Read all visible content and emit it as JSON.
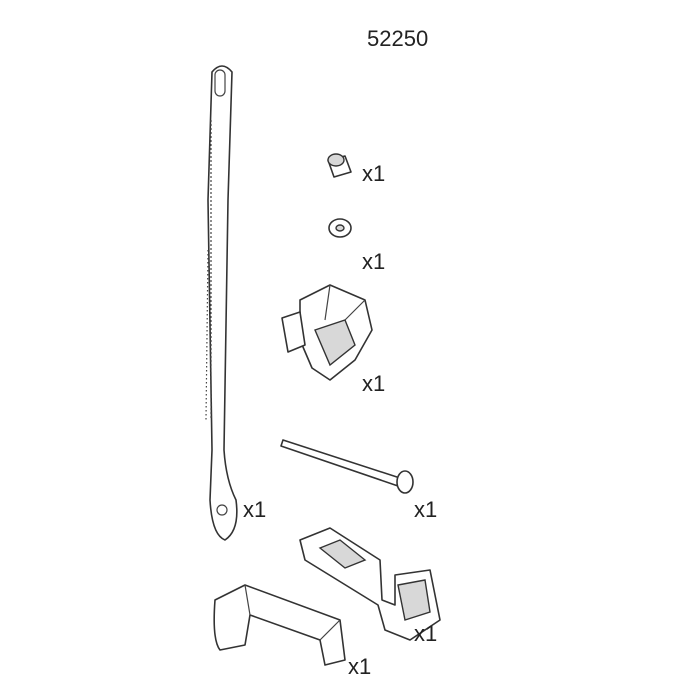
{
  "part_number": "52250",
  "parts": [
    {
      "name": "strap",
      "quantity": "x1"
    },
    {
      "name": "spacer",
      "quantity": "x1"
    },
    {
      "name": "washer",
      "quantity": "x1"
    },
    {
      "name": "clamp-bracket",
      "quantity": "x1"
    },
    {
      "name": "bolt",
      "quantity": "x1"
    },
    {
      "name": "strap-holder",
      "quantity": "x1"
    },
    {
      "name": "cradle",
      "quantity": "x1"
    }
  ]
}
